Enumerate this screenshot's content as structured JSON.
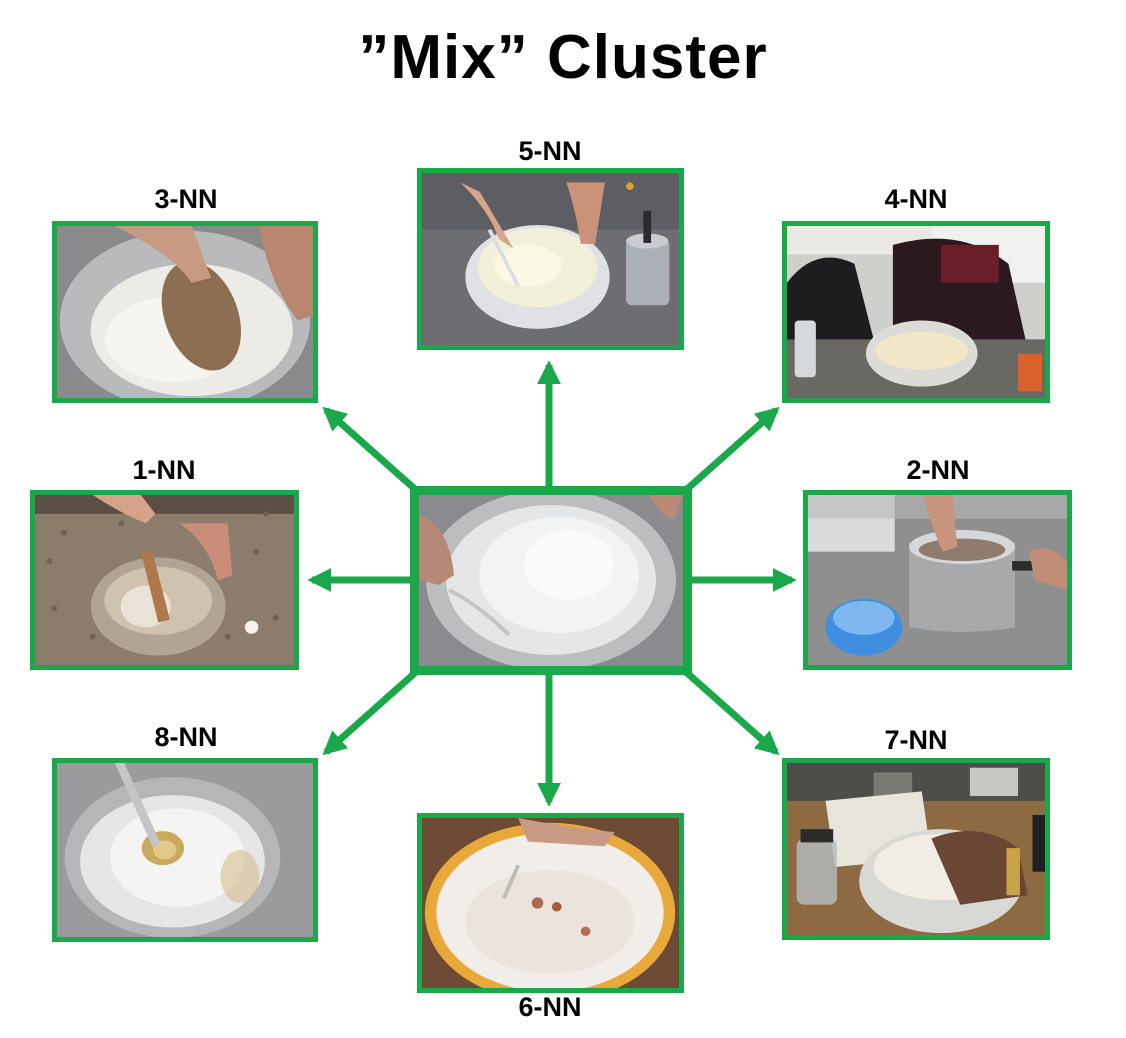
{
  "title": "”Mix” Cluster",
  "accent_color": "#1aa84b",
  "center": {
    "description_icon": "flour-bowl-image"
  },
  "neighbors": [
    {
      "id": "nn1",
      "label": "1-NN",
      "icon": "wooden-spoon-glass-bowl-image"
    },
    {
      "id": "nn2",
      "label": "2-NN",
      "icon": "steel-pot-blue-bowl-image"
    },
    {
      "id": "nn3",
      "label": "3-NN",
      "icon": "wooden-spatula-metal-bowl-image"
    },
    {
      "id": "nn4",
      "label": "4-NN",
      "icon": "people-mixing-bowl-image"
    },
    {
      "id": "nn5",
      "label": "5-NN",
      "icon": "whisk-cream-bowl-image"
    },
    {
      "id": "nn6",
      "label": "6-NN",
      "icon": "spoon-flour-yellow-bowl-image"
    },
    {
      "id": "nn7",
      "label": "7-NN",
      "icon": "hand-kneading-bowl-image"
    },
    {
      "id": "nn8",
      "label": "8-NN",
      "icon": "spoon-glass-bowl-image"
    }
  ]
}
